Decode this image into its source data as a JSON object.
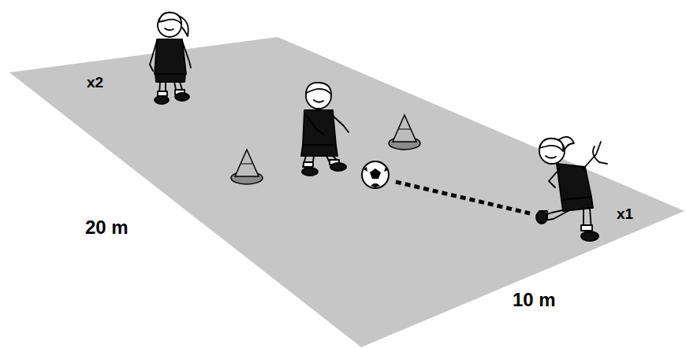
{
  "diagram": {
    "labels": [
      "x2",
      "20 m",
      "x1",
      "10 m"
    ]
  }
}
